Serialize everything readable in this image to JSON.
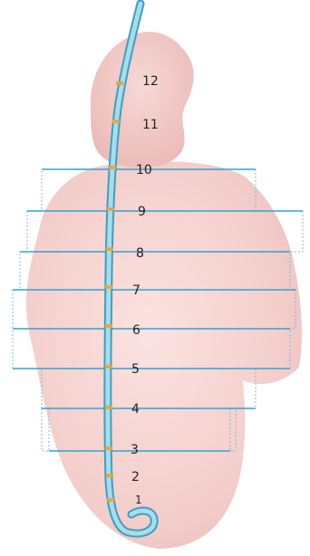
{
  "diagram": {
    "segment_labels": [
      "1",
      "2",
      "3",
      "4",
      "5",
      "6",
      "7",
      "8",
      "9",
      "10",
      "11",
      "12"
    ],
    "colors": {
      "heart": "#f5d3d1",
      "heart_shade": "#eab9b6",
      "catheter_outline": "#3f9fc0",
      "catheter_fill": "#a9dcea",
      "marker": "#e6a545",
      "slice_line": "#2ea3d4",
      "slice_box": "#7bbcd8",
      "label_text": "#222222"
    }
  }
}
